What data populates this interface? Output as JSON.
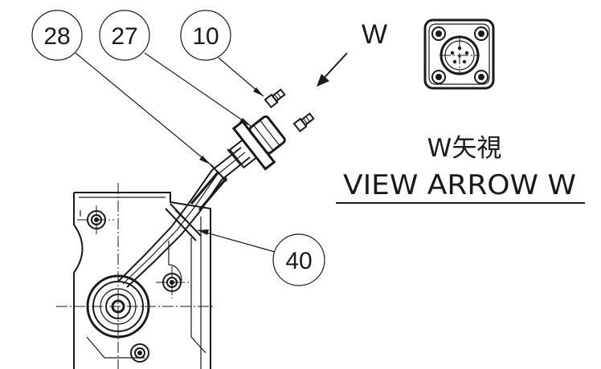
{
  "balloons": [
    {
      "label": "28"
    },
    {
      "label": "27"
    },
    {
      "label": "10"
    },
    {
      "label": "40"
    }
  ],
  "view_letter": "W",
  "view_title_jp": "W矢視",
  "view_title_en": "VIEW ARROW W",
  "colors": {
    "ink": "#1a1a1a",
    "background": "#ffffff"
  }
}
